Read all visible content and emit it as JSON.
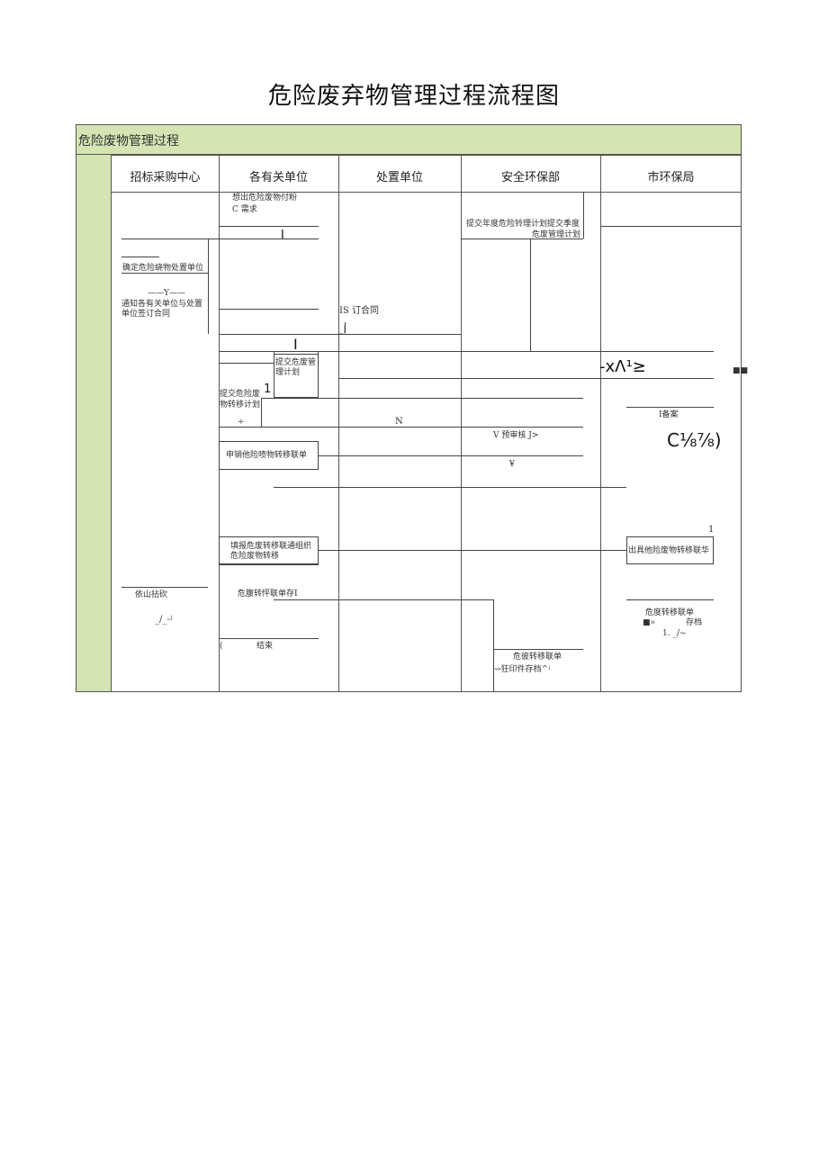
{
  "title": "危险废弃物管理过程流程图",
  "band_label": "危险废物管理过程",
  "lanes": [
    "招标采购中心",
    "各有关单位",
    "处置单位",
    "安全环保部",
    "市环保局"
  ],
  "steps": {
    "s1": "想出危险废物付粉",
    "s1b": "C 需求",
    "s2": "确定危险蛲物处置单位",
    "s3_mark": "——Y——",
    "s3a": "通知各有关单位与处置",
    "s3b": "单位签订合同",
    "s4": "提交年度危险铃理计划提交季度",
    "s4b": "危废管理计划",
    "s5": "IS 订合同",
    "s6a": "提交危废管",
    "s6b": "理计划",
    "s7": "-xΛ¹≥",
    "s7b": "■■",
    "s8a": "提交危险废",
    "s8b": "物转移计划",
    "s8c": "÷",
    "s9": "N",
    "s10": "Ⅰ备案",
    "s11": "V 预审核 J>",
    "s12": "C⅛⁷⁄₈)",
    "s13": "申销他险啧物转移联单",
    "s14": "¥",
    "s15a": "填报危废转移联通组织",
    "s15b": "危险废物转移",
    "s16": "出具他险废物转移联华",
    "s16n": "1",
    "s17": "依山拈砍",
    "s18": "危腹转怦联单存Ⅰ",
    "s19": "_/_-ʲ",
    "s20": "危度转移联单",
    "s20b": "■»",
    "s20c": "存档",
    "s20d": "1. _/~",
    "s21a": "(",
    "s21b": "结束",
    "s22": "危彼转移联单",
    "s22b": "→狂印件存档^ʲ",
    "mark_i1": "Ⅰ",
    "mark_i2": "I",
    "mark_i3": "1",
    "mark_bar": "_|"
  }
}
